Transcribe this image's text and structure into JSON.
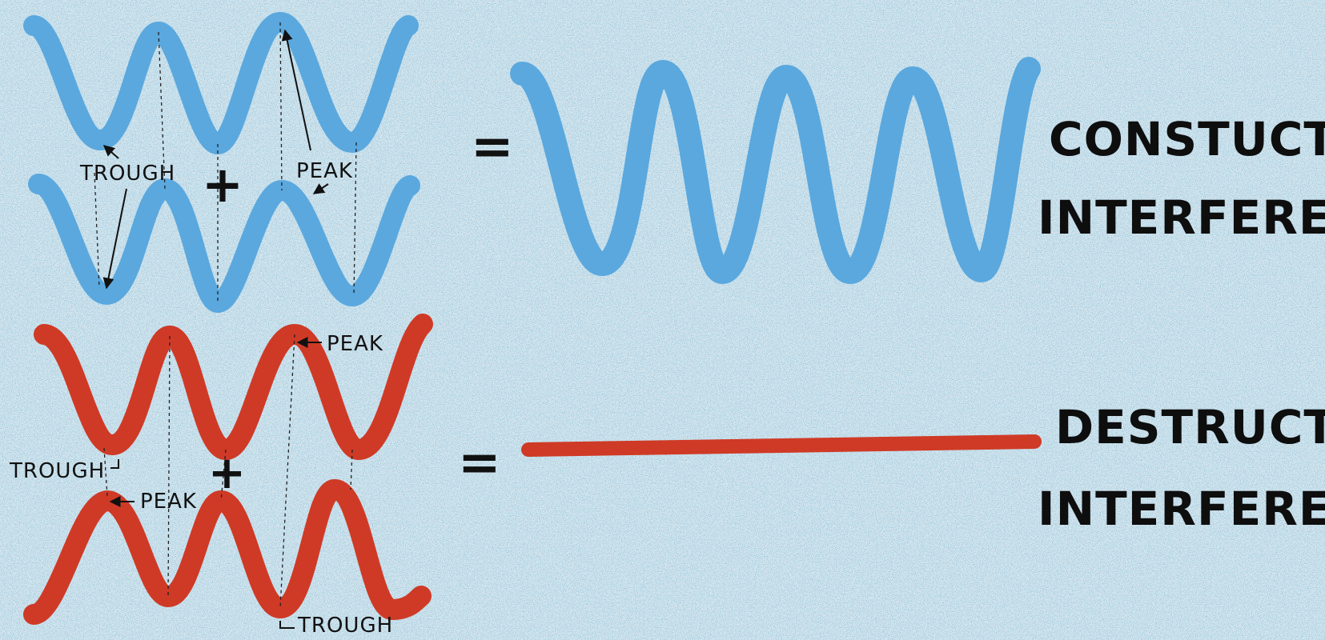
{
  "colors": {
    "background": "#d3e5ee",
    "constructive_wave": "#5aa8de",
    "destructive_wave": "#cf3a26",
    "ink": "#111111"
  },
  "symbols": {
    "plus": "+",
    "equals": "="
  },
  "labels": {
    "trough": "TROUGH",
    "peak": "PEAK"
  },
  "constructive": {
    "title_line1": "CONSTUCTIVE",
    "title_line2": "INTERFERENCE"
  },
  "destructive": {
    "title_line1": "DESTRUCTIVE",
    "title_line2": "INTERFERENCE"
  }
}
